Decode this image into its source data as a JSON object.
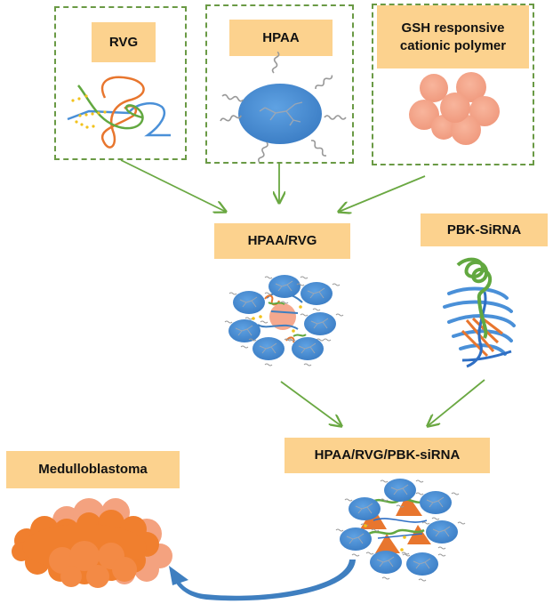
{
  "diagram": {
    "inputs": [
      {
        "id": "rvg",
        "label": "RVG"
      },
      {
        "id": "hpaa",
        "label": "HPAA"
      },
      {
        "id": "gsh",
        "label_line1": "GSH responsive",
        "label_line2": "cationic polymer"
      }
    ],
    "intermediate": {
      "label": "HPAA/RVG"
    },
    "sirna": {
      "label": "PBK-SiRNA"
    },
    "product": {
      "label": "HPAA/RVG/PBK-siRNA"
    },
    "target": {
      "label": "Medulloblastoma"
    },
    "colors": {
      "label_fill": "#fcd28e",
      "dashed_border": "#6a9a45",
      "arrow_green": "#6aa842",
      "arrow_blue": "#3f7fc0",
      "hpaa_blue": "#4a8fd6",
      "polymer_pink": "#f5a88e",
      "tumor_orange": "#f07f2e",
      "rvg_orange": "#e8762e",
      "rvg_blue": "#4a90d8",
      "rvg_green": "#62a840",
      "dot_yellow": "#f2c21b"
    }
  }
}
